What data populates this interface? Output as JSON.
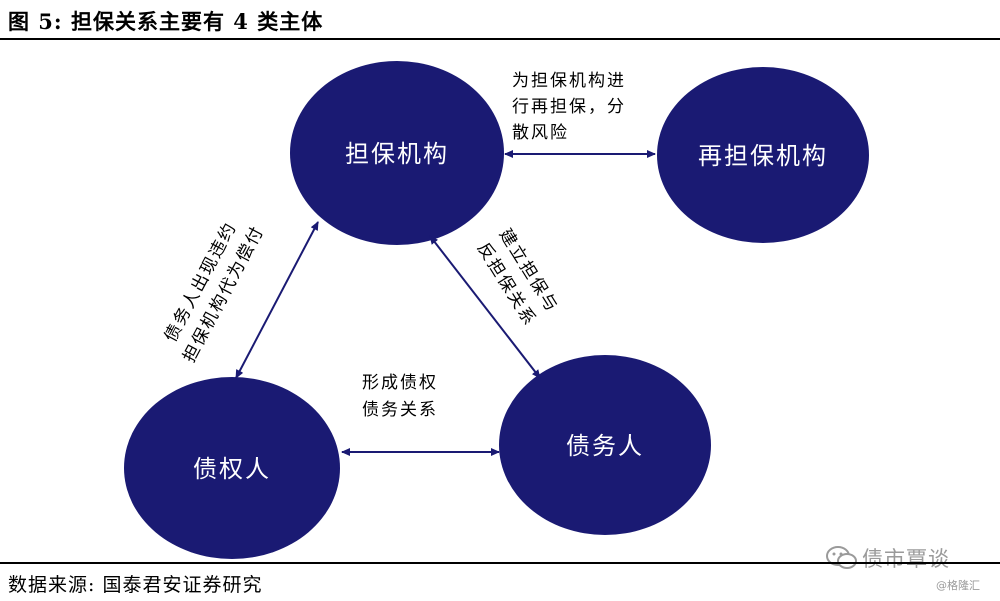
{
  "title": "图 5:  担保关系主要有 4 类主体",
  "source": "数据来源:  国泰君安证券研究",
  "nodes": {
    "guarantor": "担保机构",
    "reguarantor": "再担保机构",
    "creditor": "债权人",
    "debtor": "债务人"
  },
  "edges": {
    "reguarantee": [
      "为担保机构进",
      "行再担保，分",
      "散风险"
    ],
    "creditor_guarantor": [
      "债务人出现违约",
      "担保机构代为偿付"
    ],
    "debtor_guarantor": [
      "建立担保与",
      "反担保关系"
    ],
    "creditor_debtor": [
      "形成债权",
      "债务关系"
    ]
  },
  "colors": {
    "node_fill": "#1a1a73",
    "arrow": "#1a1a73"
  },
  "watermark": {
    "main": "债市覃谈",
    "sub": "@格隆汇",
    "icon": "wechat-icon"
  }
}
